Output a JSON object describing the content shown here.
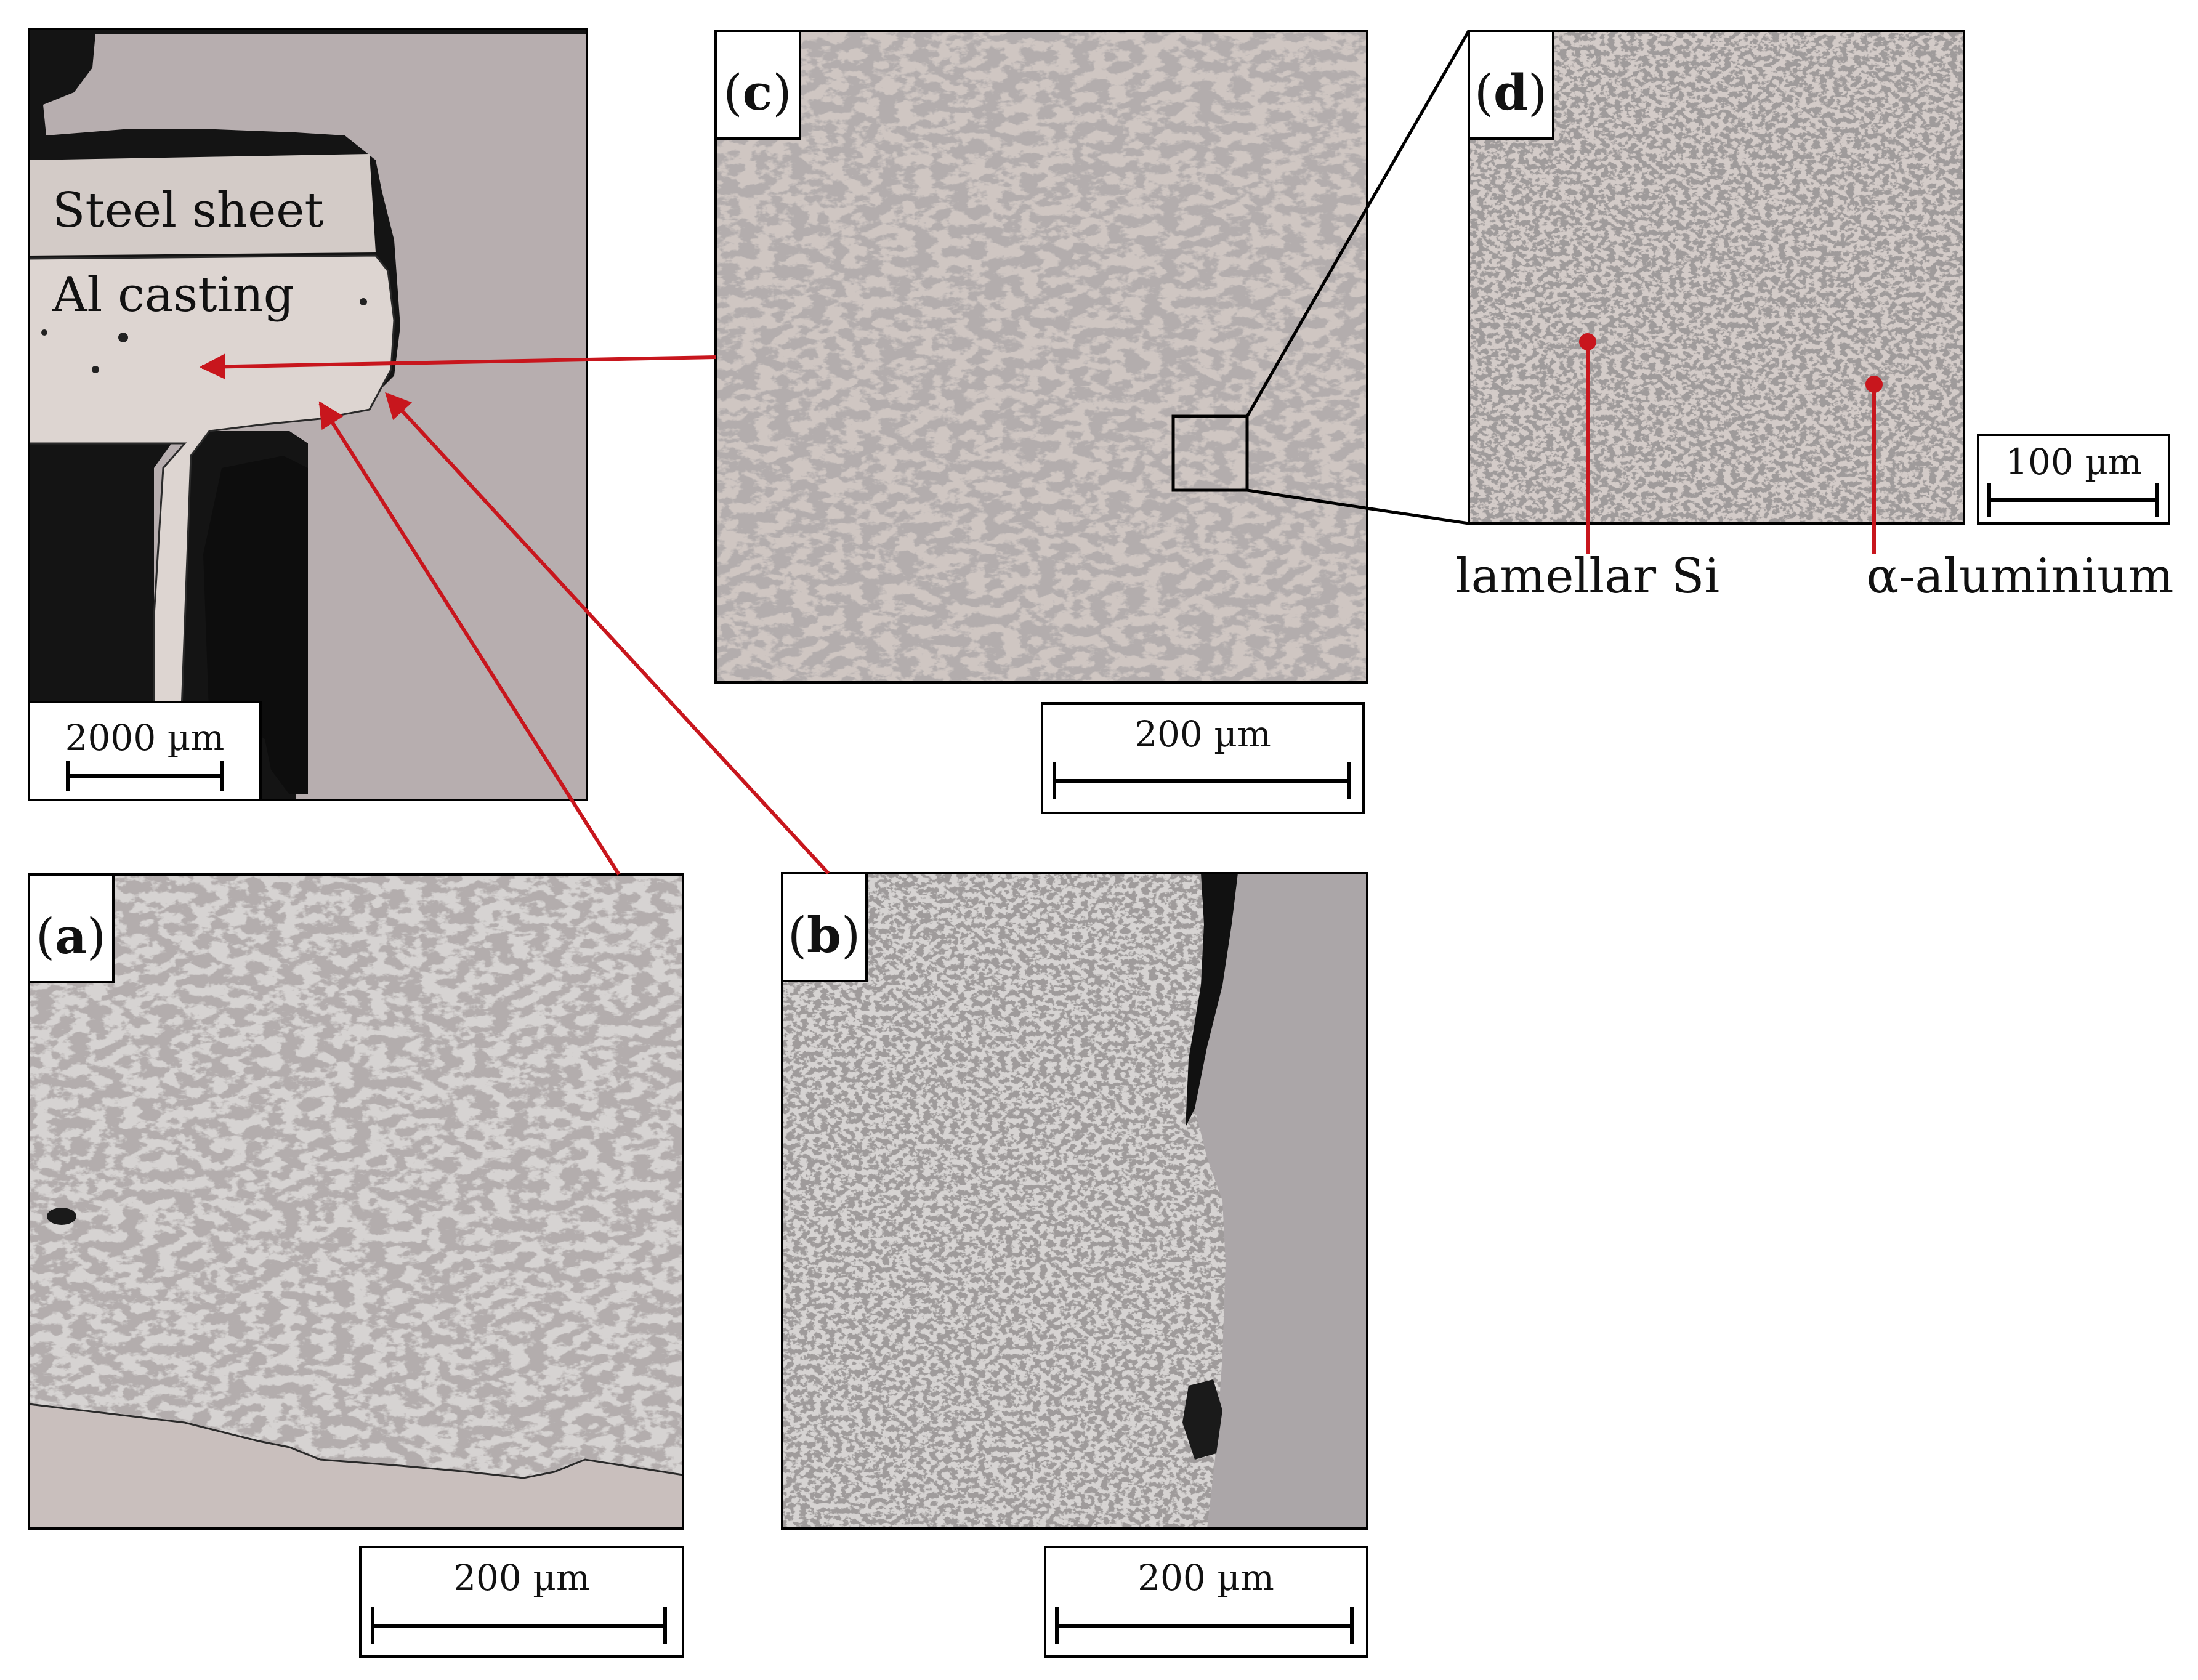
{
  "overview": {
    "label_steel": "Steel sheet",
    "label_al": "Al casting",
    "scale": "2000 µm"
  },
  "panel_a": {
    "letter": "a",
    "scale": "200 µm"
  },
  "panel_b": {
    "letter": "b",
    "scale": "200 µm"
  },
  "panel_c": {
    "letter": "c",
    "scale": "200 µm"
  },
  "panel_d": {
    "letter": "d",
    "scale": "100 µm",
    "annotation_left": "lamellar Si",
    "annotation_right": "α-aluminium"
  },
  "colors": {
    "arrow": "#c8161d",
    "frame": "#000000",
    "metal": "#d6cdc7",
    "steel_grey": "#a9a4a6",
    "resin_black": "#141414"
  }
}
